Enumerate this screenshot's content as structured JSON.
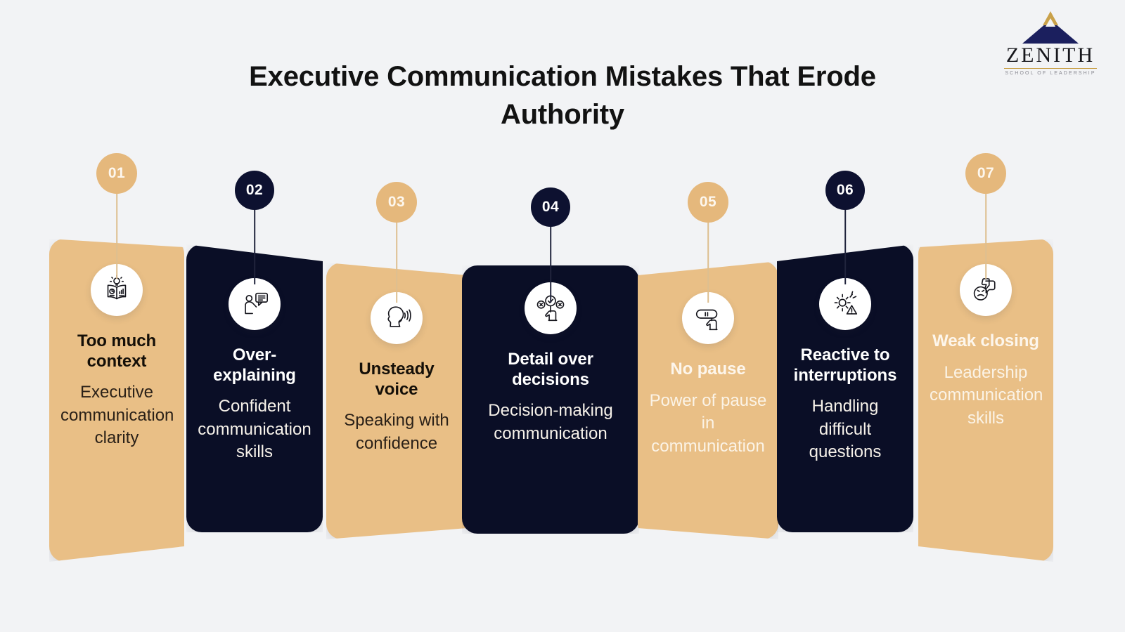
{
  "page": {
    "background_color": "#f2f3f5",
    "title": "Executive Communication Mistakes That Erode Authority"
  },
  "logo": {
    "word": "ZENITH",
    "subtitle": "SCHOOL OF LEADERSHIP",
    "peak_color": "#1b1f5e",
    "chevron_color": "#c9a14a"
  },
  "palette": {
    "tan": "#e9bf86",
    "navy": "#0a0e26",
    "cream": "#fdf6ec",
    "dark_text": "#140f08"
  },
  "cards": [
    {
      "number": "01",
      "title": "Too much context",
      "desc": "Executive communication clarity",
      "theme": "tan",
      "text_tone": "dark",
      "icon": "book-lightbulb-charts-icon"
    },
    {
      "number": "02",
      "title": "Over-explaining",
      "desc": "Confident communication skills",
      "theme": "navy",
      "text_tone": "light",
      "icon": "person-speech-bubble-icon"
    },
    {
      "number": "03",
      "title": "Unsteady voice",
      "desc": "Speaking with confidence",
      "theme": "tan",
      "text_tone": "dark",
      "icon": "speaking-head-soundwave-icon"
    },
    {
      "number": "04",
      "title": "Detail over decisions",
      "desc": "Decision-making communication",
      "theme": "navy",
      "text_tone": "light",
      "icon": "hand-choose-checkmark-icon"
    },
    {
      "number": "05",
      "title": "No pause",
      "desc": "Power of pause in communication",
      "theme": "tan",
      "text_tone": "cream",
      "icon": "pause-button-hand-click-icon"
    },
    {
      "number": "06",
      "title": "Reactive to interruptions",
      "desc": "Handling difficult questions",
      "theme": "navy",
      "text_tone": "light",
      "icon": "gear-warning-icon"
    },
    {
      "number": "07",
      "title": "Weak closing",
      "desc": "Leadership communication skills",
      "theme": "tan",
      "text_tone": "cream",
      "icon": "sad-face-thumbs-down-icon"
    }
  ]
}
